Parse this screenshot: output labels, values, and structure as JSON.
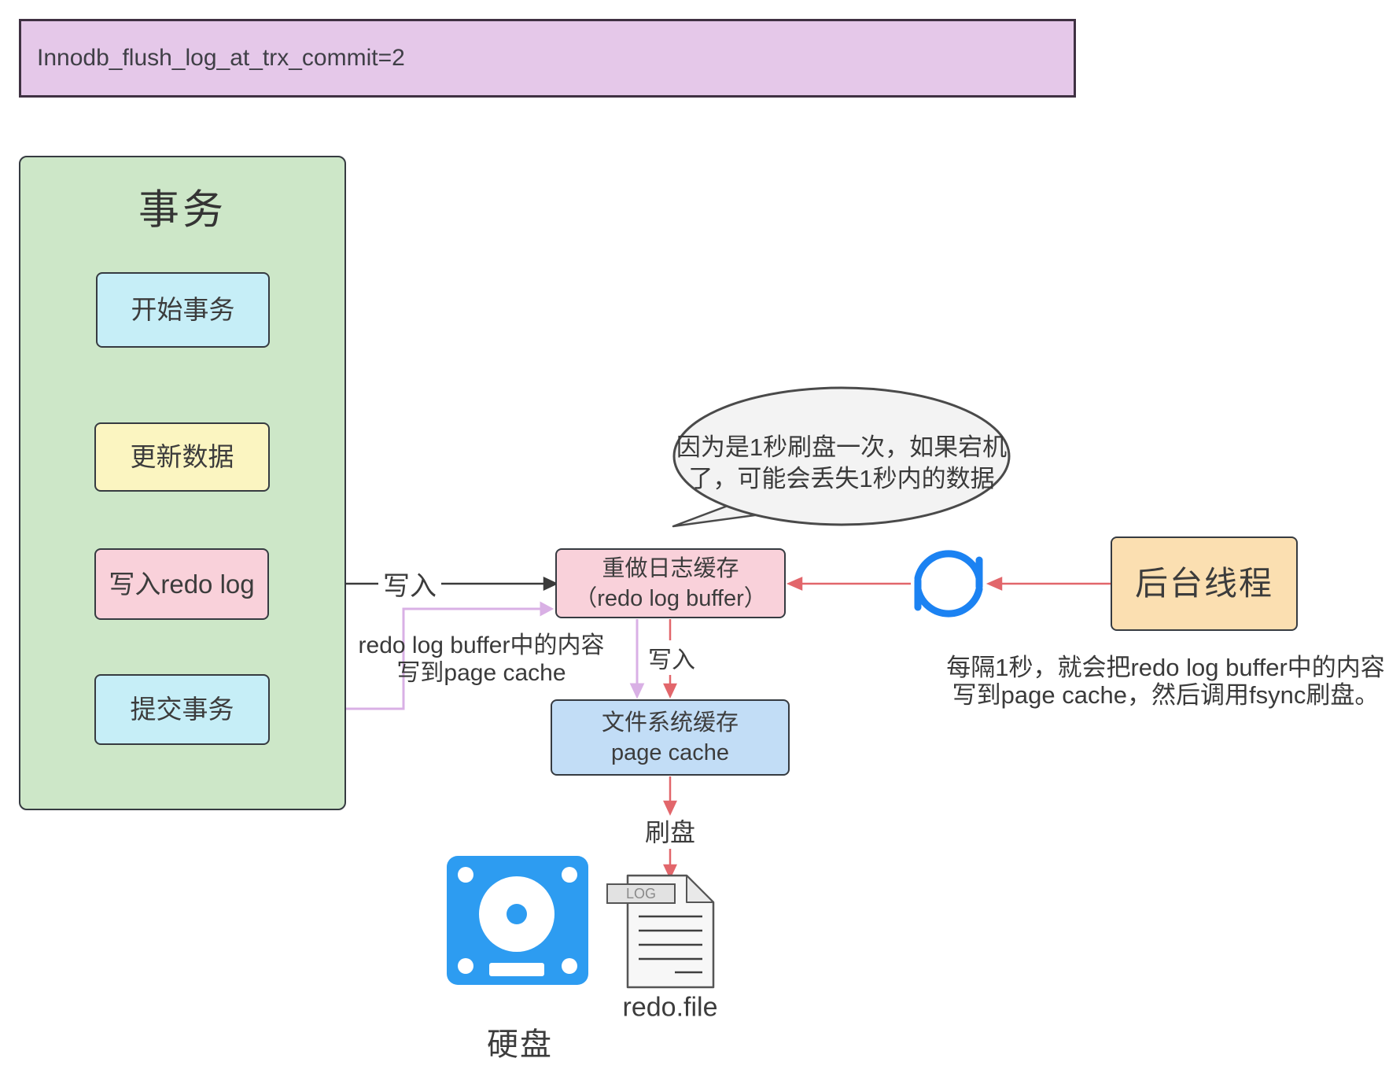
{
  "banner": {
    "text": "Innodb_flush_log_at_trx_commit=2"
  },
  "transaction_panel": {
    "title": "事务",
    "steps": [
      "开始事务",
      "更新数据",
      "写入redo log",
      "提交事务"
    ]
  },
  "redo_log_buffer_box": {
    "line1": "重做日志缓存",
    "line2": "（redo log buffer）"
  },
  "page_cache_box": {
    "line1": "文件系统缓存",
    "line2": "page cache"
  },
  "background_thread_box": {
    "label": "后台线程"
  },
  "speech_bubble": {
    "line1": "因为是1秒刷盘一次，如果宕机",
    "line2": "了，可能会丢失1秒内的数据"
  },
  "note": {
    "line1": "每隔1秒，就会把redo log buffer中的内容",
    "line2": "写到page cache，然后调用fsync刷盘。"
  },
  "labels": {
    "write_to_buffer": "写入",
    "write_to_cache": "写入",
    "flush": "刷盘",
    "commit_path_line1": "redo log buffer中的内容",
    "commit_path_line2": "写到page cache",
    "hard_disk": "硬盘",
    "redo_file": "redo.file",
    "log_badge": "LOG"
  },
  "colors": {
    "banner_fill": "#e5c8e9",
    "banner_border": "#3f3142",
    "panel_fill": "#cde7c8",
    "cyan_fill": "#c6eef7",
    "yellow_fill": "#fbf5c1",
    "pink_fill": "#f9d1da",
    "blue_fill": "#c2ddf6",
    "orange_fill": "#fbdfb1",
    "bubble_fill": "#f3f3f3",
    "red_arrow": "#e2666b",
    "purple_arrow": "#d9b0e5",
    "black_arrow": "#3a3a3a",
    "disk_icon_blue": "#2d9cf1",
    "sync_icon_blue": "#1b82f2",
    "border_dark": "#363b41",
    "text": "#3c3c3c"
  }
}
